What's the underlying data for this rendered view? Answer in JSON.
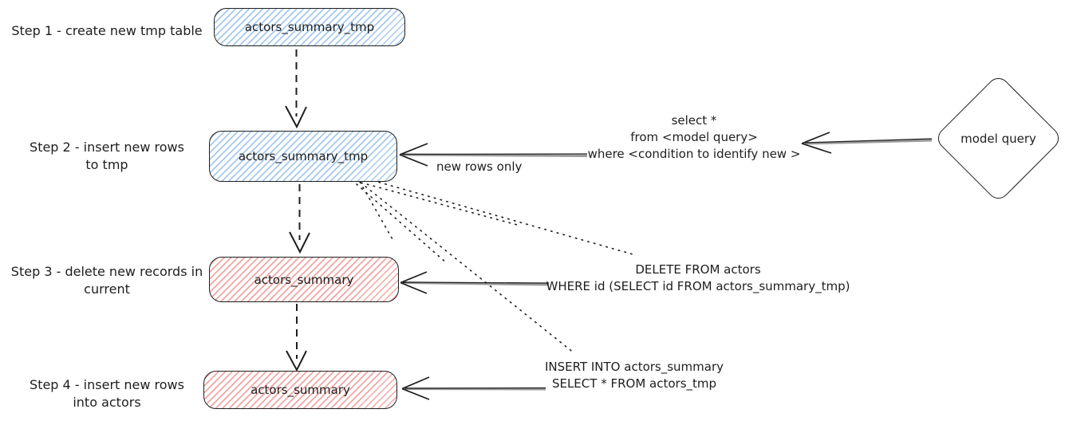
{
  "steps": [
    {
      "label": "Step 1 - create new tmp table",
      "node": "actors_summary_tmp",
      "node_color": "blue"
    },
    {
      "label": "Step 2 - insert new rows\nto tmp",
      "node": "actors_summary_tmp",
      "node_color": "blue"
    },
    {
      "label": "Step 3 - delete new records in\ncurrent",
      "node": "actors_summary",
      "node_color": "red"
    },
    {
      "label": "Step 4 - insert new rows\ninto actors",
      "node": "actors_summary",
      "node_color": "red"
    }
  ],
  "annotations": {
    "select_query": "select *\nfrom <model query>\nwhere <condition to identify new >",
    "new_rows_label": "new rows only",
    "delete_query": "DELETE FROM actors\nWHERE id (SELECT id FROM actors_summary_tmp)",
    "insert_query": "INSERT INTO actors_summary\nSELECT * FROM actors_tmp"
  },
  "model_query_node": "model query",
  "colors": {
    "stroke": "#1e1e1e",
    "tmp_table_hatch": "#a5c9f0",
    "target_table_hatch": "#f2a6a2",
    "background": "#ffffff"
  }
}
